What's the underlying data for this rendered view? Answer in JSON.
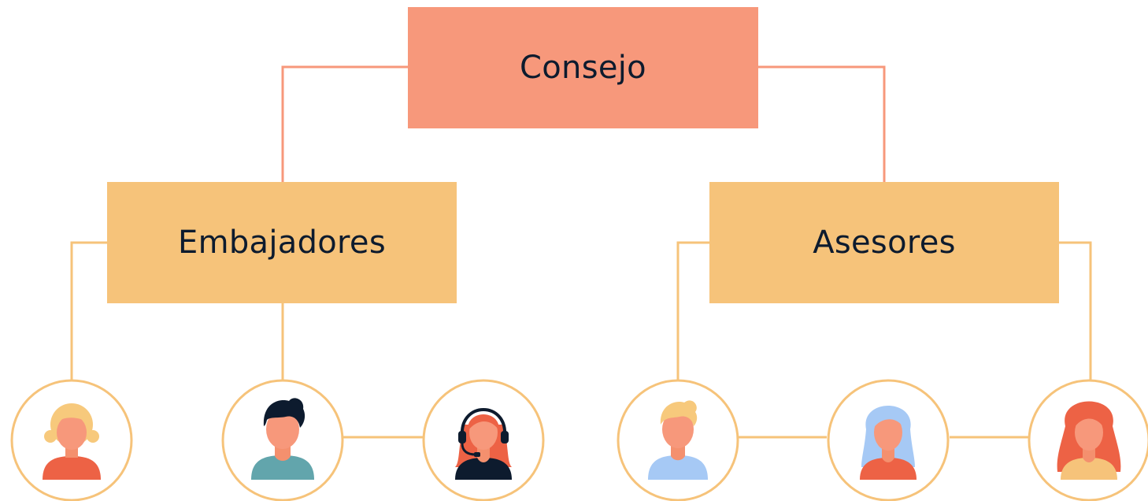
{
  "colors": {
    "top_box": "#f7987b",
    "top_line": "#f7987b",
    "group_box": "#f6c37a",
    "group_line": "#f6c37a",
    "text": "#0d1b2e"
  },
  "nodes": {
    "root": {
      "label": "Consejo"
    },
    "groups": [
      {
        "label": "Embajadores"
      },
      {
        "label": "Asesores"
      }
    ]
  },
  "members": [
    {
      "icon": "woman-blonde-avatar-icon",
      "group": "Embajadores"
    },
    {
      "icon": "man-dark-hair-avatar-icon",
      "group": "Embajadores"
    },
    {
      "icon": "woman-headset-avatar-icon",
      "group": "Embajadores"
    },
    {
      "icon": "man-blond-hair-avatar-icon",
      "group": "Asesores"
    },
    {
      "icon": "woman-blue-hair-avatar-icon",
      "group": "Asesores"
    },
    {
      "icon": "woman-red-hair-avatar-icon",
      "group": "Asesores"
    }
  ]
}
